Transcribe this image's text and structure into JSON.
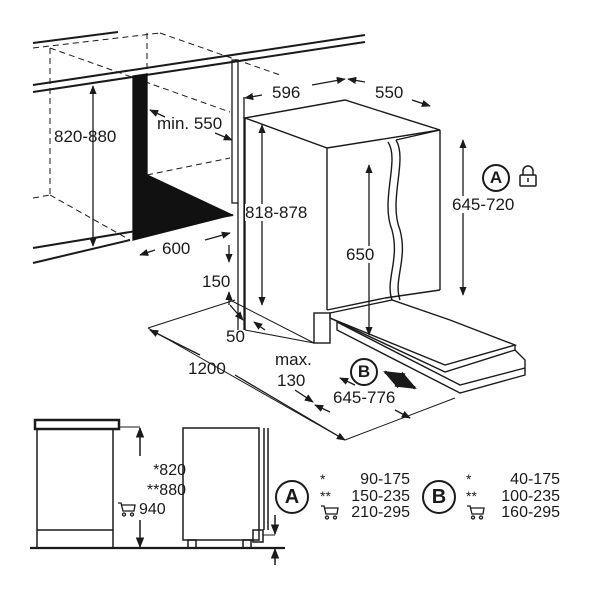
{
  "diagram": {
    "title": "Built-in dishwasher installation dimensions",
    "unit": "mm",
    "niche": {
      "height_label": "820-880",
      "depth_label": "min. 550",
      "width_label": "600"
    },
    "appliance": {
      "width_label": "596",
      "depth_label": "550",
      "height_label": "818-878",
      "door_height_label": "650",
      "door_panel_label": "645-720",
      "plinth_height_label": "150",
      "plinth_offset_label": "50",
      "clearance_label": "1200",
      "max_label_1": "max.",
      "max_label_2": "130",
      "door_depth_label": "645-776"
    },
    "markers": {
      "a": "A",
      "b": "B",
      "lock_icon": "lock-icon",
      "cart_icon": "cart-icon"
    },
    "side_view": {
      "heights": [
        {
          "prefix": "*",
          "value": "820"
        },
        {
          "prefix": "**",
          "value": "880"
        },
        {
          "prefix": "cart",
          "value": "940"
        }
      ]
    },
    "legend": {
      "a": {
        "label": "A",
        "rows": [
          {
            "prefix": "*",
            "value": "90-175"
          },
          {
            "prefix": "**",
            "value": "150-235"
          },
          {
            "prefix": "cart",
            "value": "210-295"
          }
        ]
      },
      "b": {
        "label": "B",
        "rows": [
          {
            "prefix": "*",
            "value": "40-175"
          },
          {
            "prefix": "**",
            "value": "100-235"
          },
          {
            "prefix": "cart",
            "value": "160-295"
          }
        ]
      }
    }
  }
}
